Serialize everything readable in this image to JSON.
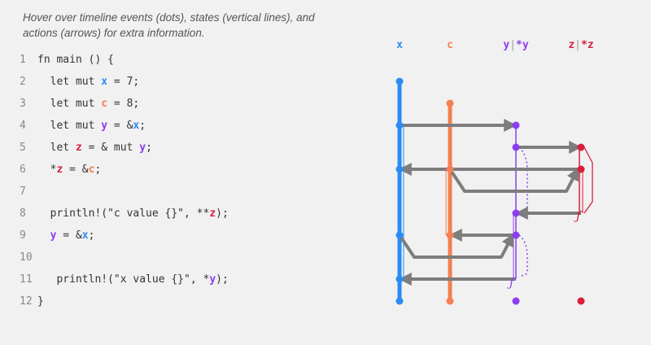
{
  "hint": "Hover over timeline events (dots), states (vertical lines), and actions (arrows) for extra information.",
  "colors": {
    "x": "#2a8bf2",
    "c": "#f58050",
    "y": "#8a3ff0",
    "z": "#d81f3c",
    "arrow": "#7d7d7d"
  },
  "headers": [
    {
      "id": "x",
      "parts": [
        "x"
      ]
    },
    {
      "id": "c",
      "parts": [
        "c"
      ]
    },
    {
      "id": "y",
      "parts": [
        "y",
        "|",
        "*y"
      ]
    },
    {
      "id": "z",
      "parts": [
        "z",
        "|",
        "*z"
      ]
    }
  ],
  "code": [
    {
      "n": "1",
      "t": [
        [
          "fn main () {",
          ""
        ]
      ]
    },
    {
      "n": "2",
      "t": [
        [
          "  let mut ",
          ""
        ],
        [
          "x",
          "x"
        ],
        [
          " = 7;",
          ""
        ]
      ]
    },
    {
      "n": "3",
      "t": [
        [
          "  let mut ",
          ""
        ],
        [
          "c",
          "c"
        ],
        [
          " = 8;",
          ""
        ]
      ]
    },
    {
      "n": "4",
      "t": [
        [
          "  let mut ",
          ""
        ],
        [
          "y",
          "y"
        ],
        [
          " = &",
          ""
        ],
        [
          "x",
          "x"
        ],
        [
          ";",
          ""
        ]
      ]
    },
    {
      "n": "5",
      "t": [
        [
          "  let ",
          ""
        ],
        [
          "z",
          "z"
        ],
        [
          " = & mut ",
          ""
        ],
        [
          "y",
          "y"
        ],
        [
          ";",
          ""
        ]
      ]
    },
    {
      "n": "6",
      "t": [
        [
          "  *",
          ""
        ],
        [
          "z",
          "z"
        ],
        [
          " = &",
          ""
        ],
        [
          "c",
          "c"
        ],
        [
          ";",
          ""
        ]
      ]
    },
    {
      "n": "7",
      "t": []
    },
    {
      "n": "8",
      "t": [
        [
          "  println!(\"c value {}\", **",
          ""
        ],
        [
          "z",
          "z"
        ],
        [
          ");",
          ""
        ]
      ]
    },
    {
      "n": "9",
      "t": [
        [
          "  ",
          ""
        ],
        [
          "y",
          "y"
        ],
        [
          " = &",
          ""
        ],
        [
          "x",
          "x"
        ],
        [
          ";",
          ""
        ]
      ]
    },
    {
      "n": "10",
      "t": []
    },
    {
      "n": "11",
      "t": [
        [
          "   println!(\"x value {}\", *",
          ""
        ],
        [
          "y",
          "y"
        ],
        [
          ");",
          ""
        ]
      ]
    },
    {
      "n": "12",
      "t": [
        [
          "}",
          ""
        ]
      ]
    }
  ]
}
